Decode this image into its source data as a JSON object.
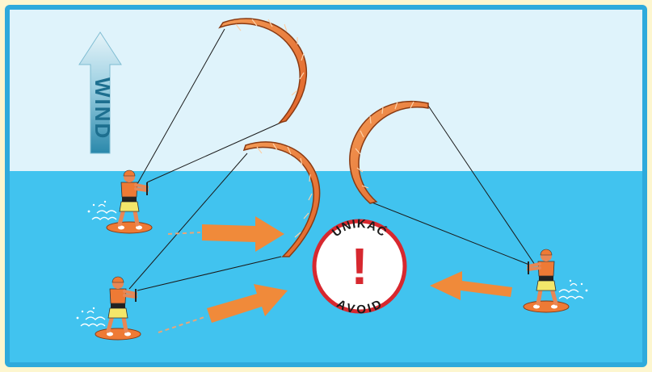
{
  "wind_label": "WIND",
  "sign": {
    "top_text": "UNIKAĆ",
    "bottom_text": "AVOID",
    "mark": "!"
  },
  "colors": {
    "frame": "#2eaadc",
    "sky": "#dff3fb",
    "sea": "#41c3ef",
    "kite": "#ee7a35",
    "arrow": "#f08a3a",
    "sign_ring": "#d7282f",
    "wind_arrow_top": "#dbeef6",
    "wind_arrow_bottom": "#2d8fb2"
  },
  "icons": [
    "wind-arrow-icon",
    "kite-icon",
    "kitesurfer-icon",
    "direction-arrow-icon",
    "warning-sign-icon"
  ]
}
